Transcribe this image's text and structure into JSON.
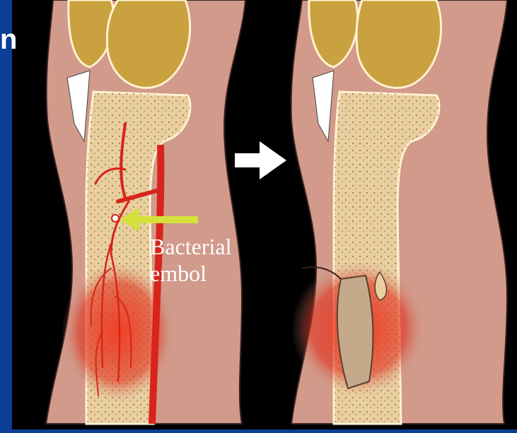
{
  "slide": {
    "title_fragment": "n",
    "background_color": "#0b3e96"
  },
  "diagram": {
    "annotation": {
      "line1": "Bacterial",
      "line2": "embol"
    },
    "colors": {
      "skin": "#d19a8a",
      "bone": "#e9cfa0",
      "blood_vessel": "#e0281e",
      "inflammation": "#f03a20",
      "pointer_arrow": "#d4e13a",
      "progression_arrow": "#ffffff"
    },
    "icons": [
      "pointer-arrow-icon",
      "progression-arrow-icon"
    ]
  }
}
